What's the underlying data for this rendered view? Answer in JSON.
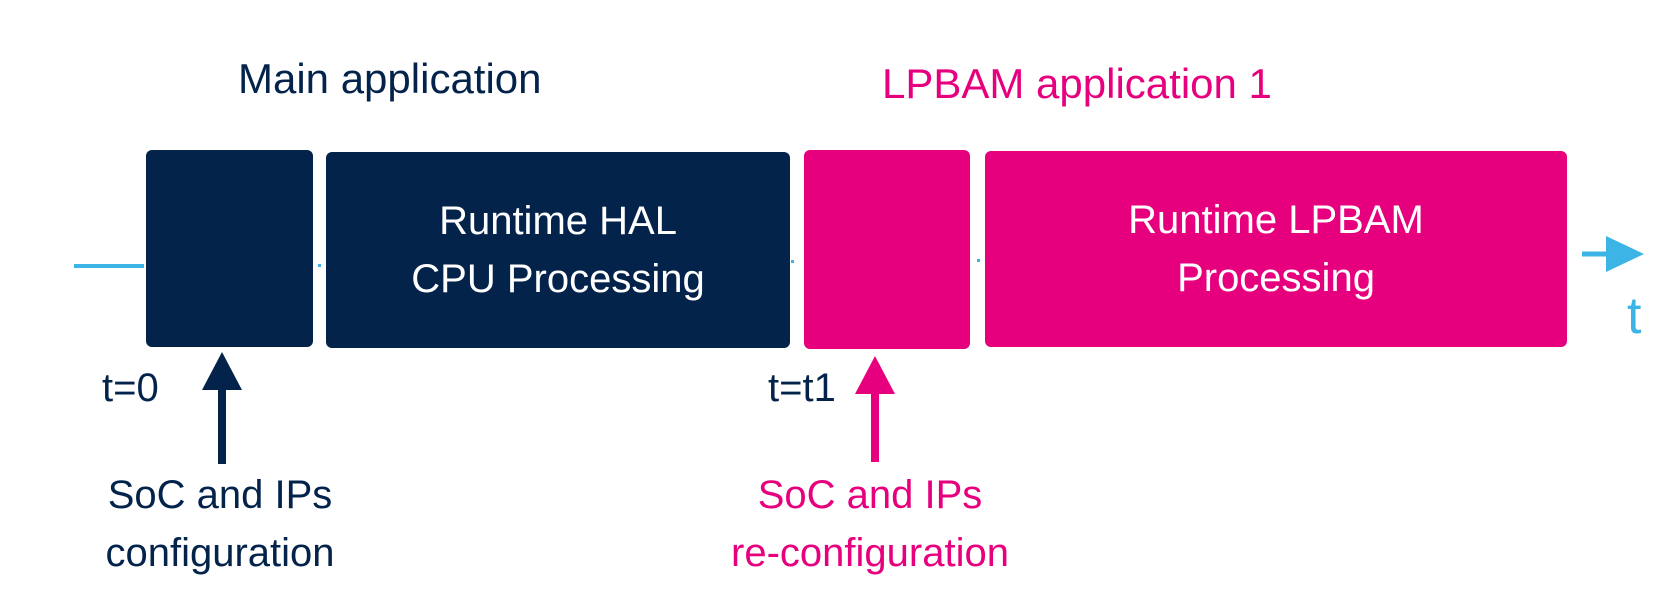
{
  "headers": {
    "main_app": "Main application",
    "lpbam_app": "LPBAM application 1"
  },
  "blocks": {
    "hal_line1": "Runtime HAL",
    "hal_line2": "CPU Processing",
    "lpbam_line1": "Runtime LPBAM",
    "lpbam_line2": "Processing"
  },
  "markers": {
    "t0": "t=0",
    "t1": "t=t1",
    "axis": "t"
  },
  "captions": {
    "config_line1": "SoC and IPs",
    "config_line2": "configuration",
    "reconfig_line1": "SoC and IPs",
    "reconfig_line2": "re-configuration"
  },
  "colors": {
    "navy": "#03234b",
    "pink": "#e6007e",
    "timeline_blue": "#3cb4e6"
  }
}
